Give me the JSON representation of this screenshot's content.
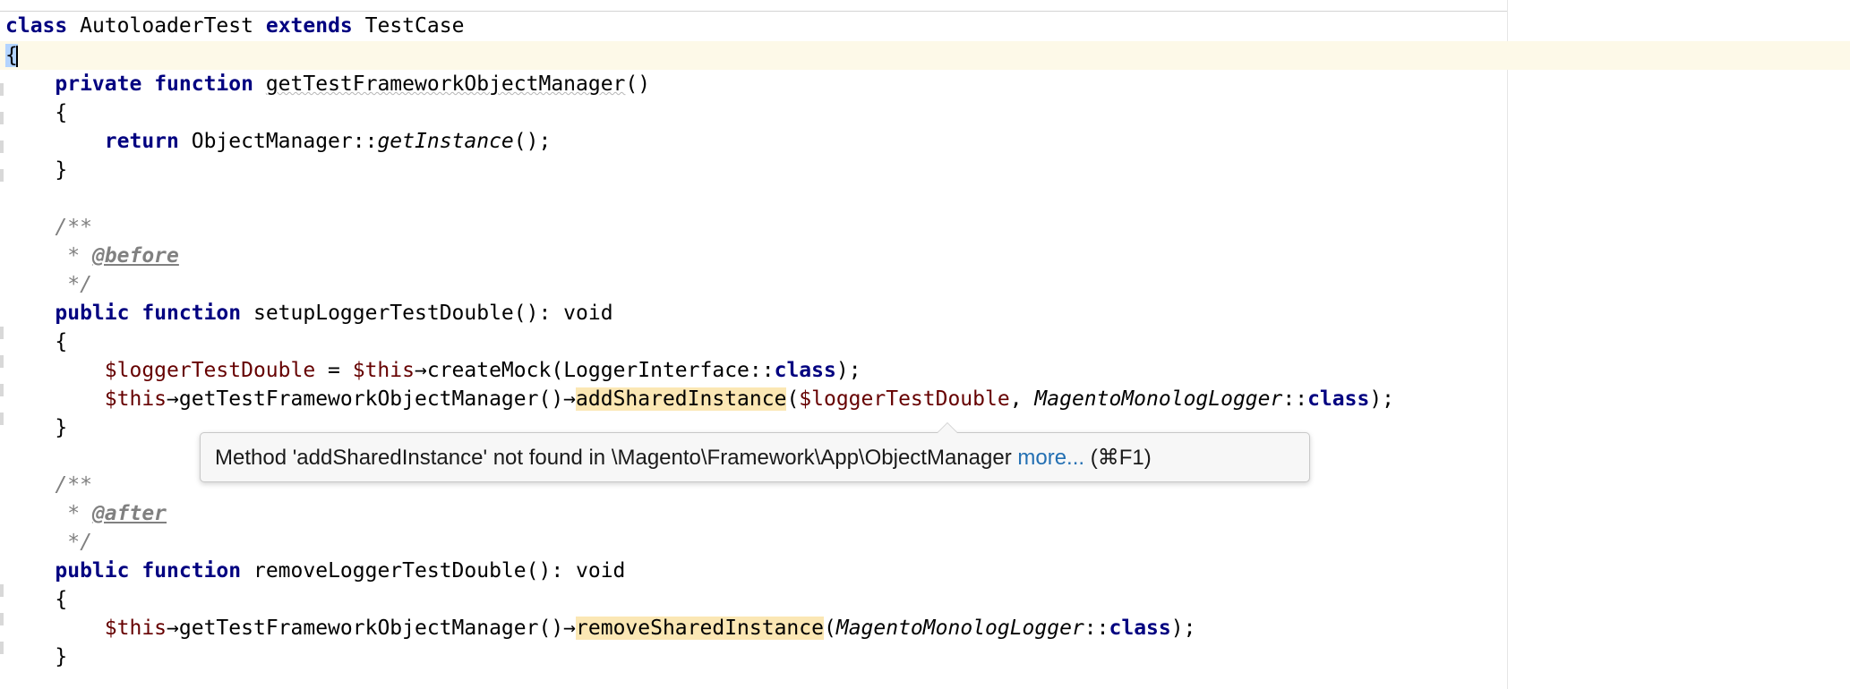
{
  "code": {
    "l1": {
      "kw_class": "class",
      "name": "AutoloaderTest",
      "kw_extends": "extends",
      "parent": "TestCase"
    },
    "l2": {
      "brace": "{"
    },
    "l3": {
      "kw_private": "private",
      "kw_function": "function",
      "name": "getTestFrameworkObjectManager",
      "parens": "()"
    },
    "l4": {
      "brace": "{"
    },
    "l5": {
      "kw_return": "return",
      "cls": "ObjectManager",
      "sep": "::",
      "method": "getInstance",
      "tail": "();"
    },
    "l6": {
      "brace": "}"
    },
    "l8": {
      "text": "/**"
    },
    "l9": {
      "star": " * ",
      "tag": "@before"
    },
    "l10": {
      "text": " */"
    },
    "l11": {
      "kw_public": "public",
      "kw_function": "function",
      "name": "setupLoggerTestDouble",
      "tail": "(): void"
    },
    "l12": {
      "brace": "{"
    },
    "l13": {
      "var": "$loggerTestDouble",
      "op": " = ",
      "this": "$this",
      "arrow": "→",
      "method": "createMock",
      "open": "(",
      "cls": "LoggerInterface",
      "sep": "::",
      "kw_class": "class",
      "tail": ");"
    },
    "l14": {
      "this": "$this",
      "arrow1": "→",
      "method1": "getTestFrameworkObjectManager",
      "call": "()",
      "arrow2": "→",
      "method2": "addSharedInstance",
      "open": "(",
      "var": "$loggerTestDouble",
      "comma": ", ",
      "cls": "MagentoMonologLogger",
      "sep": "::",
      "kw_class": "class",
      "tail": ");"
    },
    "l15": {
      "brace": "}"
    },
    "l17": {
      "text": "/**"
    },
    "l18": {
      "star": " * ",
      "tag": "@after"
    },
    "l19": {
      "text": " */"
    },
    "l20": {
      "kw_public": "public",
      "kw_function": "function",
      "name": "removeLoggerTestDouble",
      "tail": "(): void"
    },
    "l21": {
      "brace": "{"
    },
    "l22": {
      "this": "$this",
      "arrow1": "→",
      "method1": "getTestFrameworkObjectManager",
      "call": "()",
      "arrow2": "→",
      "method2": "removeSharedInstance",
      "open": "(",
      "cls": "MagentoMonologLogger",
      "sep": "::",
      "kw_class": "class",
      "tail": ");"
    },
    "l23": {
      "brace": "}"
    }
  },
  "tooltip": {
    "message": "Method 'addSharedInstance' not found in \\Magento\\Framework\\App\\ObjectManager ",
    "link": "more...",
    "shortcut": " (⌘F1)"
  },
  "colors": {
    "keyword": "#000080",
    "variable": "#660000",
    "comment": "#808080",
    "highlight": "#fbe7b4",
    "current_line": "#fdf9e8",
    "link": "#2470b3"
  }
}
